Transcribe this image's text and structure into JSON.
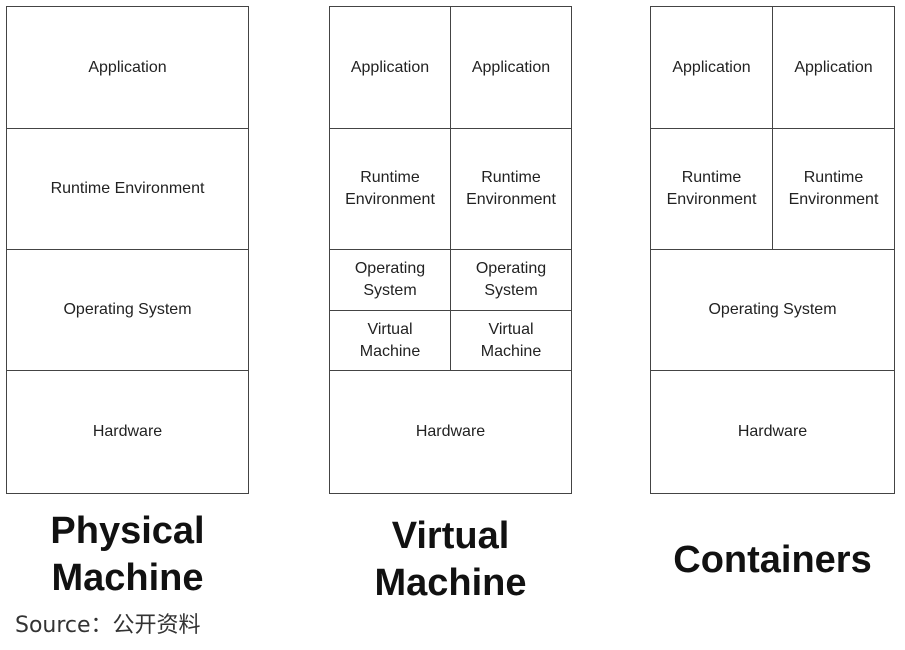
{
  "physical": {
    "application": "Application",
    "runtime": "Runtime Environment",
    "os": "Operating System",
    "hardware": "Hardware",
    "caption": "Physical\nMachine"
  },
  "virtual": {
    "application_1": "Application",
    "application_2": "Application",
    "runtime_1": "Runtime\nEnvironment",
    "runtime_2": "Runtime\nEnvironment",
    "os_1": "Operating\nSystem",
    "os_2": "Operating\nSystem",
    "vm_1": "Virtual\nMachine",
    "vm_2": "Virtual\nMachine",
    "hardware": "Hardware",
    "caption": "Virtual\nMachine"
  },
  "containers": {
    "application_1": "Application",
    "application_2": "Application",
    "runtime_1": "Runtime\nEnvironment",
    "runtime_2": "Runtime\nEnvironment",
    "os": "Operating System",
    "hardware": "Hardware",
    "caption": "Containers"
  },
  "source": "Source：公开资料"
}
